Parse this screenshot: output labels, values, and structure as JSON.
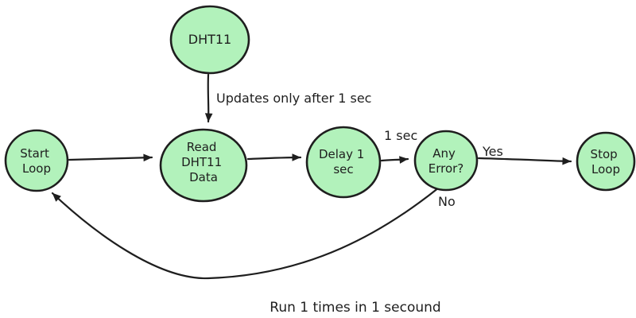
{
  "diagram": {
    "type": "flowchart",
    "style": "hand-drawn",
    "nodes": [
      {
        "id": "dht11",
        "shape": "circle",
        "lines": [
          "DHT11"
        ]
      },
      {
        "id": "start-loop",
        "shape": "circle",
        "lines": [
          "Start",
          "Loop"
        ]
      },
      {
        "id": "read-dht11-data",
        "shape": "circle",
        "lines": [
          "Read",
          "DHT11",
          "Data"
        ]
      },
      {
        "id": "delay-1-sec",
        "shape": "circle",
        "lines": [
          "Delay 1",
          "sec"
        ]
      },
      {
        "id": "any-error",
        "shape": "circle",
        "lines": [
          "Any",
          "Error?"
        ]
      },
      {
        "id": "stop-loop",
        "shape": "circle",
        "lines": [
          "Stop",
          "Loop"
        ]
      }
    ],
    "edge_labels": {
      "updates": "Updates only after 1 sec",
      "one_sec": "1 sec",
      "yes": "Yes",
      "no": "No"
    },
    "caption": "Run 1 times in 1 secound",
    "colors": {
      "node_fill": "#b2f2bb",
      "stroke": "#1e1e1e",
      "background": "#ffffff"
    }
  }
}
